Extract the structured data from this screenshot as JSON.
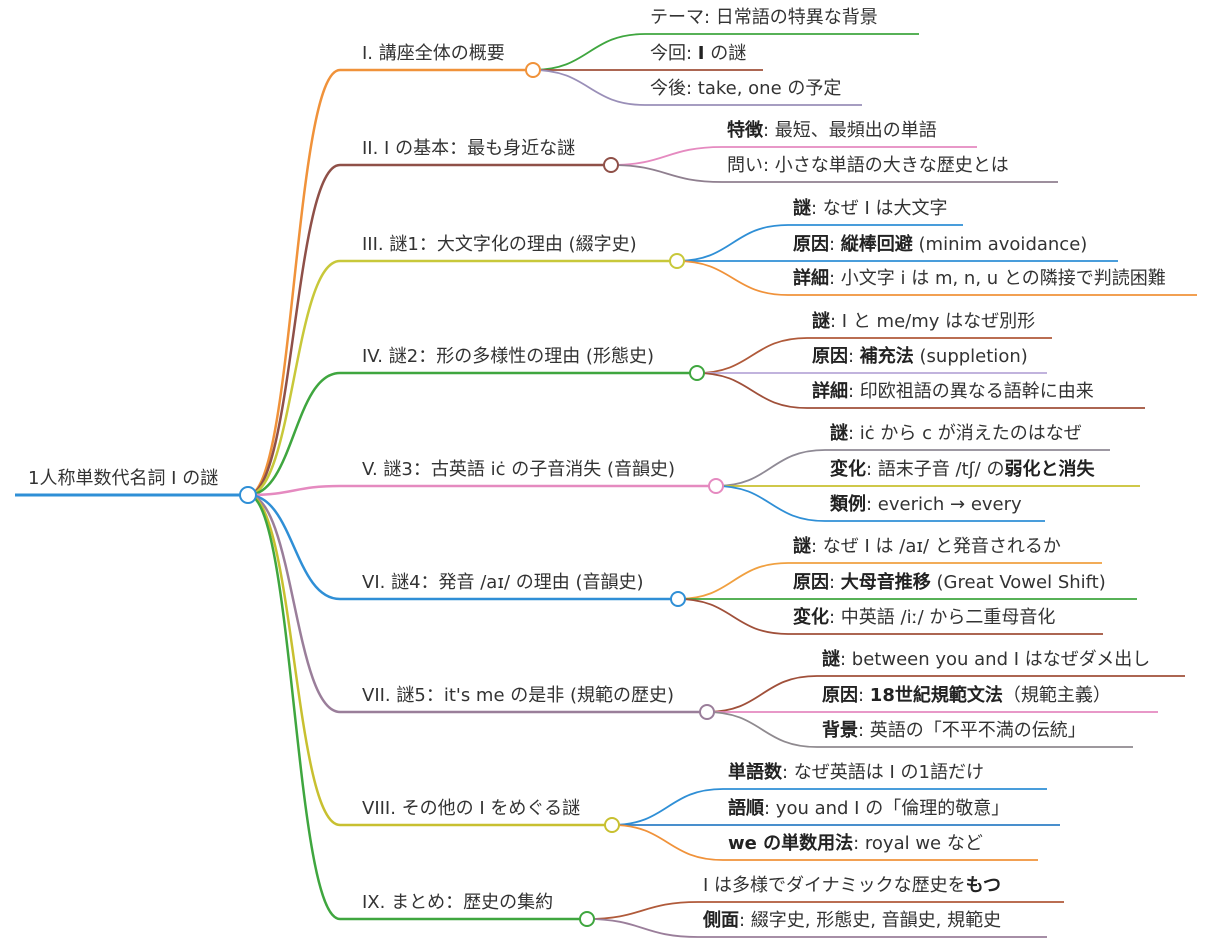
{
  "root": {
    "label": "1人称単数代名詞 I の謎",
    "color": "#2f8fd6"
  },
  "branches": [
    {
      "label": "I. 講座全体の概要",
      "color": "#f0923a",
      "children": [
        {
          "color": "#3fa63f",
          "segments": [
            {
              "t": "テーマ: 日常語の特異な背景",
              "b": false
            }
          ]
        },
        {
          "color": "#a0503a",
          "segments": [
            {
              "t": "今回: ",
              "b": false
            },
            {
              "t": "I",
              "b": true
            },
            {
              "t": " の謎",
              "b": false
            }
          ]
        },
        {
          "color": "#9a8fb8",
          "segments": [
            {
              "t": "今後: take, one の予定",
              "b": false
            }
          ]
        }
      ]
    },
    {
      "label": "II. I の基本：最も身近な謎",
      "color": "#8f5048",
      "children": [
        {
          "color": "#e58ac0",
          "segments": [
            {
              "t": "特徴",
              "b": true
            },
            {
              "t": ": 最短、最頻出の単語",
              "b": false
            }
          ]
        },
        {
          "color": "#8f7f8f",
          "segments": [
            {
              "t": "問い: 小さな単語の大きな歴史とは",
              "b": false
            }
          ]
        }
      ]
    },
    {
      "label": "III. 謎1：大文字化の理由 (綴字史)",
      "color": "#c8c83a",
      "children": [
        {
          "color": "#2f8fd6",
          "segments": [
            {
              "t": "謎",
              "b": true
            },
            {
              "t": ": なぜ I は大文字",
              "b": false
            }
          ]
        },
        {
          "color": "#2f8fd6",
          "segments": [
            {
              "t": "原因",
              "b": true
            },
            {
              "t": ": ",
              "b": false
            },
            {
              "t": "縦棒回避",
              "b": true
            },
            {
              "t": " (minim avoidance)",
              "b": false
            }
          ]
        },
        {
          "color": "#f0923a",
          "segments": [
            {
              "t": "詳細",
              "b": true
            },
            {
              "t": ": 小文字 i は m, n, u との隣接で判読困難",
              "b": false
            }
          ]
        }
      ]
    },
    {
      "label": "IV. 謎2：形の多様性の理由 (形態史)",
      "color": "#3fa63f",
      "children": [
        {
          "color": "#b05a3a",
          "segments": [
            {
              "t": "謎",
              "b": true
            },
            {
              "t": ": I と me/my はなぜ別形",
              "b": false
            }
          ]
        },
        {
          "color": "#b8a8d8",
          "segments": [
            {
              "t": "原因",
              "b": true
            },
            {
              "t": ": ",
              "b": false
            },
            {
              "t": "補充法",
              "b": true
            },
            {
              "t": " (suppletion)",
              "b": false
            }
          ]
        },
        {
          "color": "#a0503a",
          "segments": [
            {
              "t": "詳細",
              "b": true
            },
            {
              "t": ": 印欧祖語の異なる語幹に由来",
              "b": false
            }
          ]
        }
      ]
    },
    {
      "label": "V. 謎3：古英語 iċ の子音消失 (音韻史)",
      "color": "#e58ac0",
      "children": [
        {
          "color": "#8f8a95",
          "segments": [
            {
              "t": "謎",
              "b": true
            },
            {
              "t": ": iċ から c が消えたのはなぜ",
              "b": false
            }
          ]
        },
        {
          "color": "#c8c030",
          "segments": [
            {
              "t": "変化",
              "b": true
            },
            {
              "t": ": 語末子音 /tʃ/ の",
              "b": false
            },
            {
              "t": "弱化と消失",
              "b": true
            }
          ]
        },
        {
          "color": "#2f8fd6",
          "segments": [
            {
              "t": "類例",
              "b": true
            },
            {
              "t": ": everich → every",
              "b": false
            }
          ]
        }
      ]
    },
    {
      "label": "VI. 謎4：発音 /aɪ/ の理由 (音韻史)",
      "color": "#2f8fd6",
      "children": [
        {
          "color": "#f0a040",
          "segments": [
            {
              "t": "謎",
              "b": true
            },
            {
              "t": ": なぜ I は /aɪ/ と発音されるか",
              "b": false
            }
          ]
        },
        {
          "color": "#3fa63f",
          "segments": [
            {
              "t": "原因",
              "b": true
            },
            {
              "t": ": ",
              "b": false
            },
            {
              "t": "大母音推移",
              "b": true
            },
            {
              "t": " (Great Vowel Shift)",
              "b": false
            }
          ]
        },
        {
          "color": "#a0503a",
          "segments": [
            {
              "t": "変化",
              "b": true
            },
            {
              "t": ": 中英語 /iː/ から二重母音化",
              "b": false
            }
          ]
        }
      ]
    },
    {
      "label": "VII. 謎5：it's me の是非 (規範の歴史)",
      "color": "#9a7e9a",
      "children": [
        {
          "color": "#a0503a",
          "segments": [
            {
              "t": "謎",
              "b": true
            },
            {
              "t": ": between you and I はなぜダメ出し",
              "b": false
            }
          ]
        },
        {
          "color": "#e58ac0",
          "segments": [
            {
              "t": "原因",
              "b": true
            },
            {
              "t": ": ",
              "b": false
            },
            {
              "t": "18世紀規範文法",
              "b": true
            },
            {
              "t": "（規範主義）",
              "b": false
            }
          ]
        },
        {
          "color": "#8f8a8f",
          "segments": [
            {
              "t": "背景",
              "b": true
            },
            {
              "t": ": 英語の「不平不満の伝統」",
              "b": false
            }
          ]
        }
      ]
    },
    {
      "label": "VIII. その他の I をめぐる謎",
      "color": "#c8c030",
      "children": [
        {
          "color": "#2f8fd6",
          "segments": [
            {
              "t": "単語数",
              "b": true
            },
            {
              "t": ": なぜ英語は I の1語だけ",
              "b": false
            }
          ]
        },
        {
          "color": "#2f7fc6",
          "segments": [
            {
              "t": "語順",
              "b": true
            },
            {
              "t": ": you and I の「倫理的敬意」",
              "b": false
            }
          ]
        },
        {
          "color": "#f0923a",
          "segments": [
            {
              "t": "we の単数用法",
              "b": true
            },
            {
              "t": ": royal we など",
              "b": false
            }
          ]
        }
      ]
    },
    {
      "label": "IX. まとめ：歴史の集約",
      "color": "#3fa63f",
      "children": [
        {
          "color": "#b05a3a",
          "segments": [
            {
              "t": "I は多様でダイナミックな歴史を",
              "b": false
            },
            {
              "t": "もつ",
              "b": true
            }
          ]
        },
        {
          "color": "#9a7e9a",
          "segments": [
            {
              "t": "側面",
              "b": true
            },
            {
              "t": ": 綴字史, 形態史, 音韻史, 規範史",
              "b": false
            }
          ]
        }
      ]
    }
  ]
}
